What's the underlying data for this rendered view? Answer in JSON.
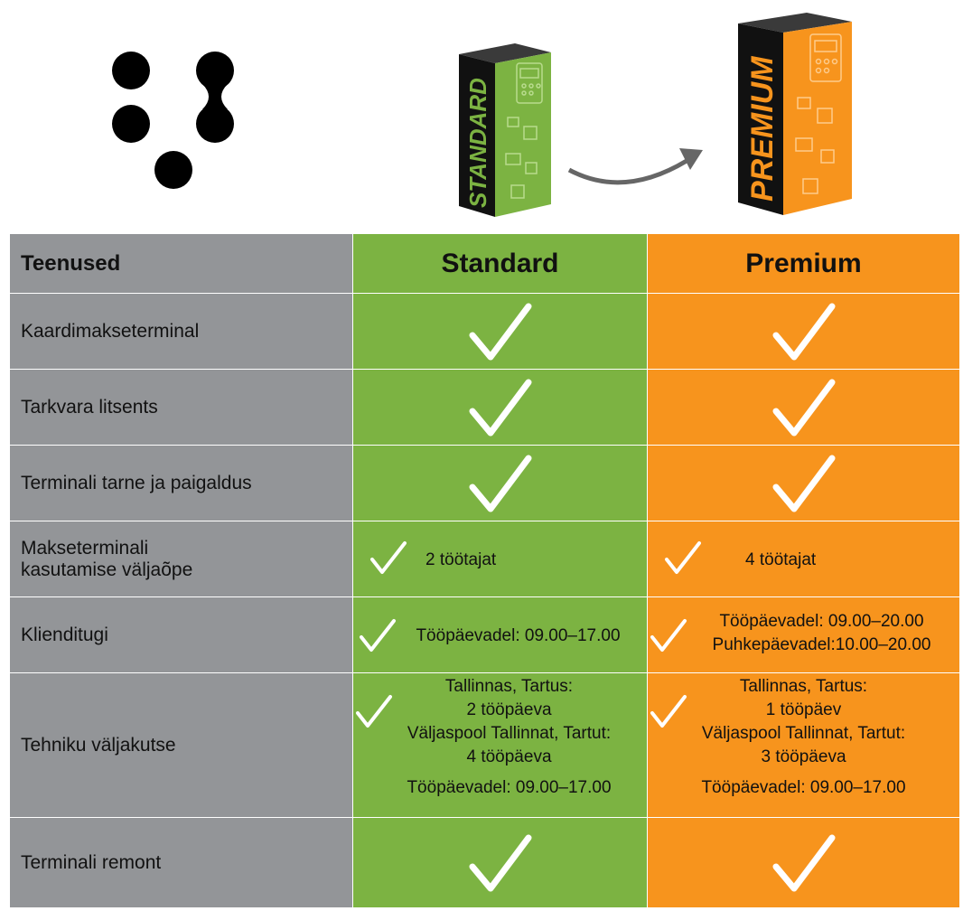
{
  "logo": {
    "icon": "dots-logo-icon"
  },
  "products": {
    "standard_box_label": "STANDARD",
    "premium_box_label": "PREMIUM"
  },
  "table": {
    "header": {
      "services": "Teenused",
      "standard": "Standard",
      "premium": "Premium"
    },
    "rows": [
      {
        "service": "Kaardimakseterminal",
        "standard": "✓",
        "premium": "✓"
      },
      {
        "service": "Tarkvara litsents",
        "standard": "✓",
        "premium": "✓"
      },
      {
        "service": "Terminali tarne ja paigaldus",
        "standard": "✓",
        "premium": "✓"
      },
      {
        "service_line1": "Makseterminali",
        "service_line2": "kasutamise väljaõpe",
        "standard": "2 töötajat",
        "premium": "4 töötajat"
      },
      {
        "service": "Klienditugi",
        "standard": "Tööpäevadel: 09.00–17.00",
        "premium_line1": "Tööpäevadel: 09.00–20.00",
        "premium_line2": "Puhkepäevadel:10.00–20.00"
      },
      {
        "service": "Tehniku väljakutse",
        "standard_lines": [
          "Tallinnas, Tartus:",
          "2 tööpäeva",
          "Väljaspool Tallinnat, Tartut:",
          "4 tööpäeva",
          "Tööpäevadel: 09.00–17.00"
        ],
        "premium_lines": [
          "Tallinnas, Tartus:",
          "1 tööpäev",
          "Väljaspool Tallinnat, Tartut:",
          "3 tööpäeva",
          "Tööpäevadel: 09.00–17.00"
        ]
      },
      {
        "service": "Terminali remont",
        "standard": "✓",
        "premium": "✓"
      }
    ]
  },
  "colors": {
    "grey": "#939598",
    "green": "#7cb342",
    "orange": "#f7941d"
  }
}
